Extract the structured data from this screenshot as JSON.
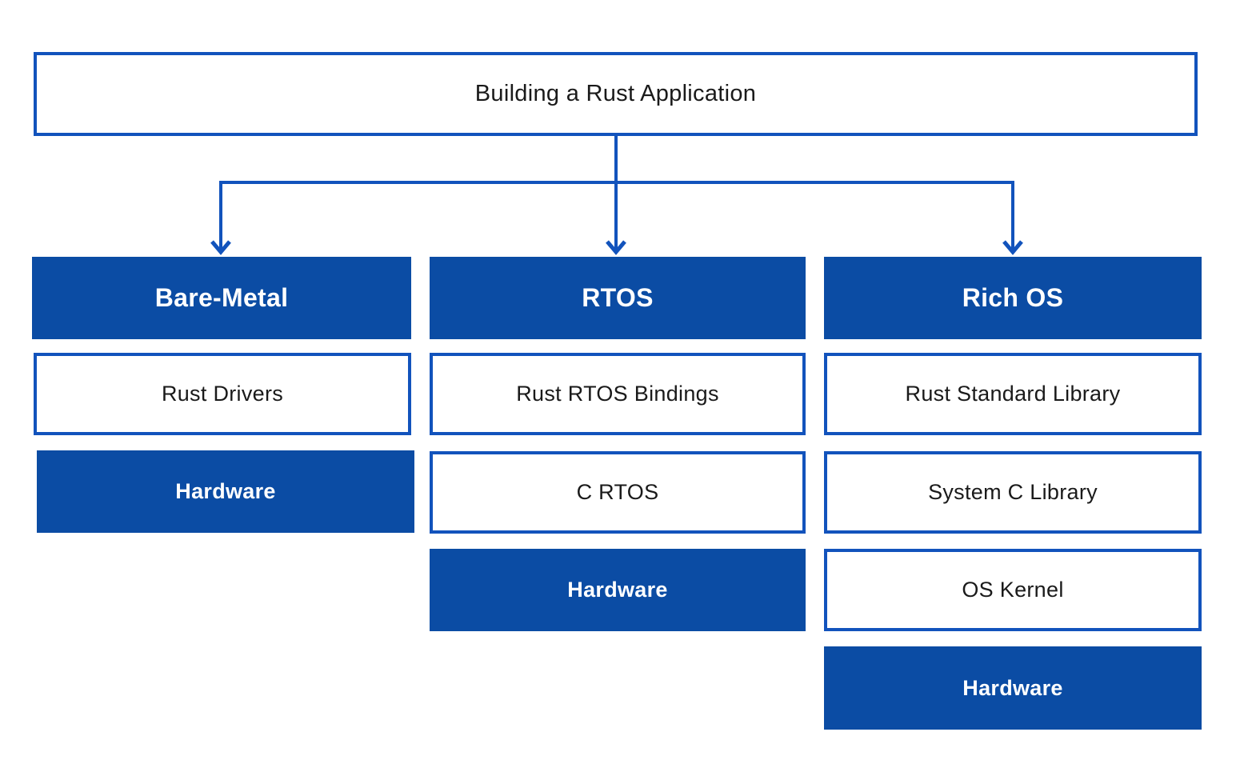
{
  "title": "Building a Rust Application",
  "colors": {
    "primary_blue": "#0B4CA4",
    "border_blue": "#1253BC",
    "text_black": "#1A1A1A",
    "white": "#FFFFFF",
    "background": "#FFFFFF"
  },
  "columns": [
    {
      "id": "bare-metal",
      "header": "Bare-Metal",
      "layers": [
        {
          "label": "Rust Drivers",
          "style": "outline"
        },
        {
          "label": "Hardware",
          "style": "solid"
        }
      ]
    },
    {
      "id": "rtos",
      "header": "RTOS",
      "layers": [
        {
          "label": "Rust RTOS Bindings",
          "style": "outline"
        },
        {
          "label": "C RTOS",
          "style": "outline"
        },
        {
          "label": "Hardware",
          "style": "solid"
        }
      ]
    },
    {
      "id": "rich-os",
      "header": "Rich OS",
      "layers": [
        {
          "label": "Rust Standard Library",
          "style": "outline"
        },
        {
          "label": "System C Library",
          "style": "outline"
        },
        {
          "label": "OS Kernel",
          "style": "outline"
        },
        {
          "label": "Hardware",
          "style": "solid"
        }
      ]
    }
  ]
}
